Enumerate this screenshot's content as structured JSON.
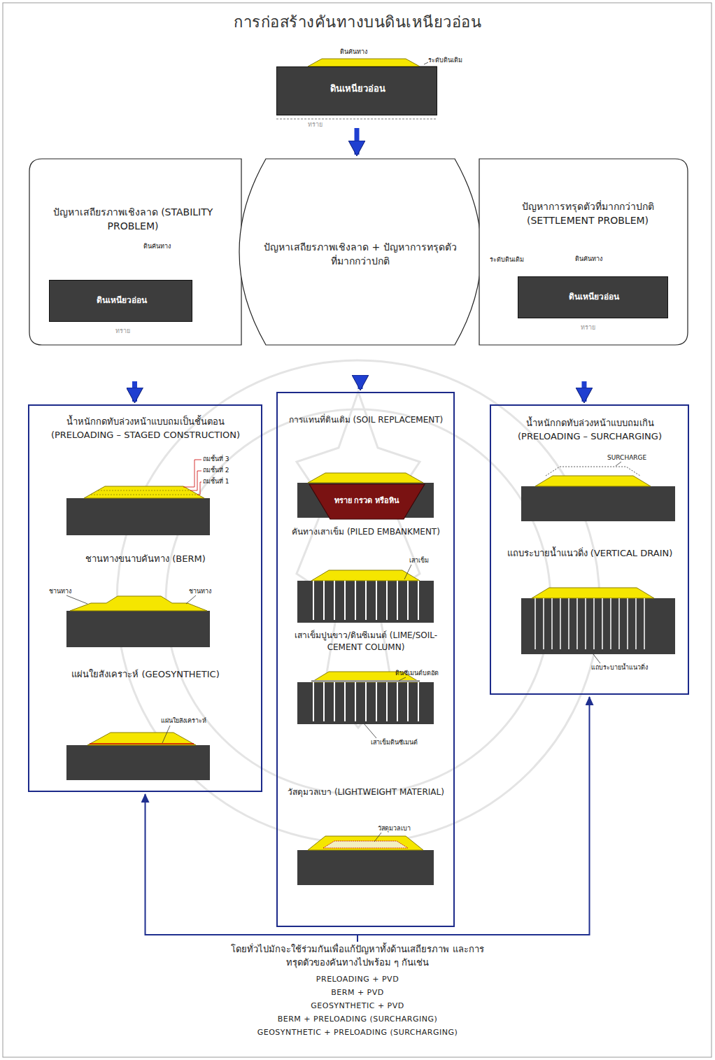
{
  "diagram": {
    "title": "การก่อสร้างคันทางบนดินเหนียวอ่อน",
    "nodes": [
      {
        "text": [
          "ดินเหนียวอ่อน"
        ]
      },
      {
        "text": [
          "ปัญหาเสถียรภาพเชิงลาด (STABILITY PROBLEM)"
        ]
      },
      {
        "text": [
          "ปัญหาเสถียรภาพเชิงลาด + ปัญหาการทรุดตัวที่มากกว่าปกติ"
        ]
      },
      {
        "text": [
          "ปัญหาการทรุดตัวที่มากกว่าปกติ (SETTLEMENT PROBLEM)"
        ]
      },
      {
        "text": [
          "ดินเหนียวอ่อน"
        ],
        "in": 1
      },
      {
        "text": [
          "ดินเหนียวอ่อน"
        ],
        "in": 3
      },
      {
        "text": [
          "น้ำหนักกดทับล่วงหน้าแบบถมเป็นชั้นตอน (PRELOADING – STAGED CONSTRUCTION)",
          "ชานทางขนาบคันทาง (BERM)",
          "แผ่นใยสังเคราะห์ (GEOSYNTHETIC)"
        ]
      },
      {
        "text": [
          "การแทนที่ดินเดิม (SOIL REPLACEMENT)",
          "คันทางเสาเข็ม (PILED EMBANKMENT)",
          "เสาเข็มปูนขาว/ดินซีเมนต์ (LIME/SOIL-CEMENT COLUMN)",
          "วัสดุมวลเบา (LIGHTWEIGHT MATERIAL)"
        ]
      },
      {
        "text": [
          "น้ำหนักกดทับล่วงหน้าแบบถมเกิน (PRELOADING – SURCHARGING)",
          "แถบระบายน้ำแนวดิ่ง (VERTICAL DRAIN)"
        ]
      },
      {
        "text": [
          "ทราย กรวด หรือหิน"
        ],
        "in": 7
      },
      {
        "text": [
          "โดยทั่วไปมักจะใช้ร่วมกันเพื่อแก้ปัญหาทั้งด้านเสถียรภาพ และการทรุดตัวของคันทางไปพร้อม ๆ กันเช่น",
          "PRELOADING + PVD",
          "BERM + PVD",
          "GEOSYNTHETIC + PVD",
          "BERM + PRELOADING (SURCHARGING)",
          "GEOSYNTHETIC + PRELOADING (SURCHARGING)"
        ]
      }
    ],
    "edges": [
      {
        "from": 0,
        "to": 2,
        "arrow": "to"
      },
      {
        "from": 1,
        "to": 6,
        "arrow": "to"
      },
      {
        "from": 2,
        "to": 7,
        "arrow": "to"
      },
      {
        "from": 3,
        "to": 8,
        "arrow": "to"
      },
      {
        "from": 10,
        "to": 6,
        "arrow": "to"
      },
      {
        "from": 10,
        "to": 8,
        "arrow": "to"
      }
    ],
    "labels": [
      "ดินคันทาง",
      "ระดับดินเดิม",
      "ทราย",
      "ดินคันทาง",
      "ทราย",
      "ระดับดินเดิม",
      "ดินคันทาง",
      "ทราย",
      "ถมชั้นที่ 3",
      "ถมชั้นที่ 2",
      "ถมชั้นที่ 1",
      "ชานทาง",
      "ชานทาง",
      "แผ่นใยสังเคราะห์",
      "เสาเข็ม",
      "ดินซีเมนต์บดอัด",
      "เสาเข็มดินซีเมนต์",
      "วัสดุมวลเบา",
      "SURCHARGE",
      "แถบระบายน้ำแนวดิ่ง"
    ]
  }
}
